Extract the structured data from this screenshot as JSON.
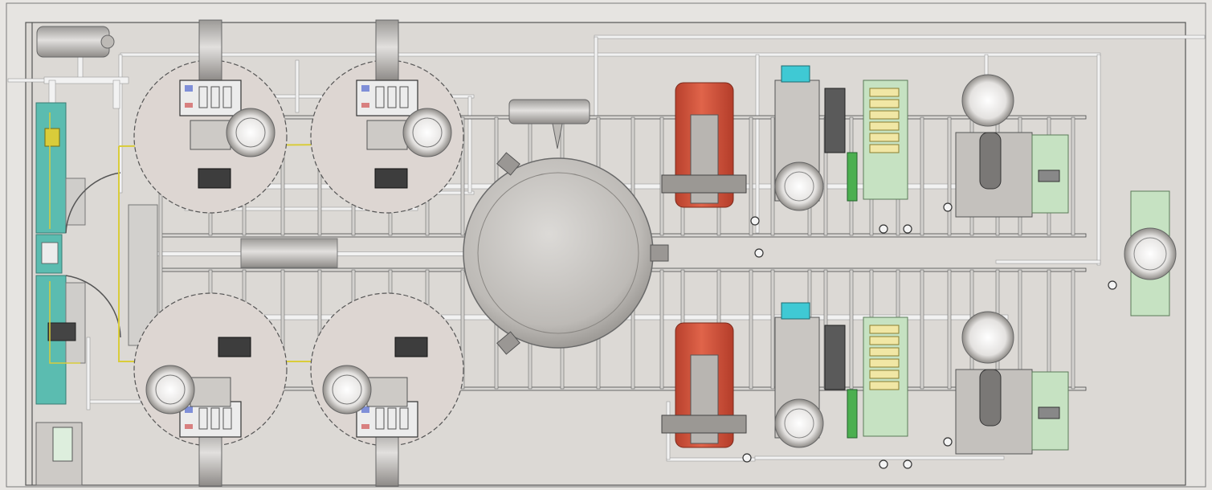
{
  "drawing": {
    "view": "top-view",
    "content": "plant-layout"
  },
  "colors": {
    "background": "#e8e6e3",
    "floor": "#dcd9d5",
    "frame": "#4a4a4a",
    "pipe": "#f2f2f2",
    "pipe_edge": "#9a9a9a",
    "teal_panel": "#5bbcb0",
    "red_vessel": "#d9533c",
    "green_panel": "#c6e2c2",
    "cyan_part": "#3fc9d4",
    "yellow_wire": "#d9cc3a",
    "machine_gray": "#c9c6c2"
  },
  "components": {
    "reactors": 8,
    "red_vessels": 2,
    "teal_panels": 3,
    "cooling_units": 7,
    "main_tank": 1
  }
}
